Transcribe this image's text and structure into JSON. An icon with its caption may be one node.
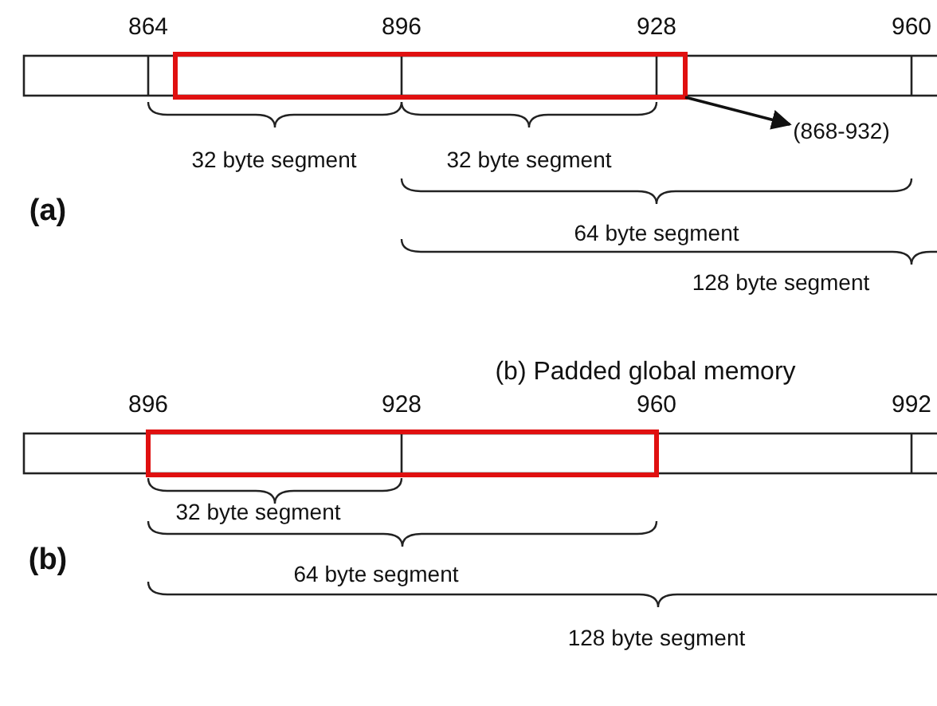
{
  "diagram": {
    "nodes": [
      {
        "text": [],
        "shape": "box"
      },
      {
        "text": [
          "(868-932)"
        ]
      },
      {
        "text": [],
        "shape": "box"
      }
    ],
    "edges": [
      {
        "from": 0,
        "to": 1,
        "arrow": "to"
      }
    ],
    "labels": [
      "864",
      "896",
      "928",
      "960",
      "32 byte segment",
      "32 byte segment",
      "(a)",
      "64 byte segment",
      "128 byte segment",
      "(b) Padded global memory",
      "896",
      "928",
      "960",
      "992",
      "32 byte segment",
      "(b)",
      "64 byte segment",
      "128 byte segment"
    ]
  }
}
